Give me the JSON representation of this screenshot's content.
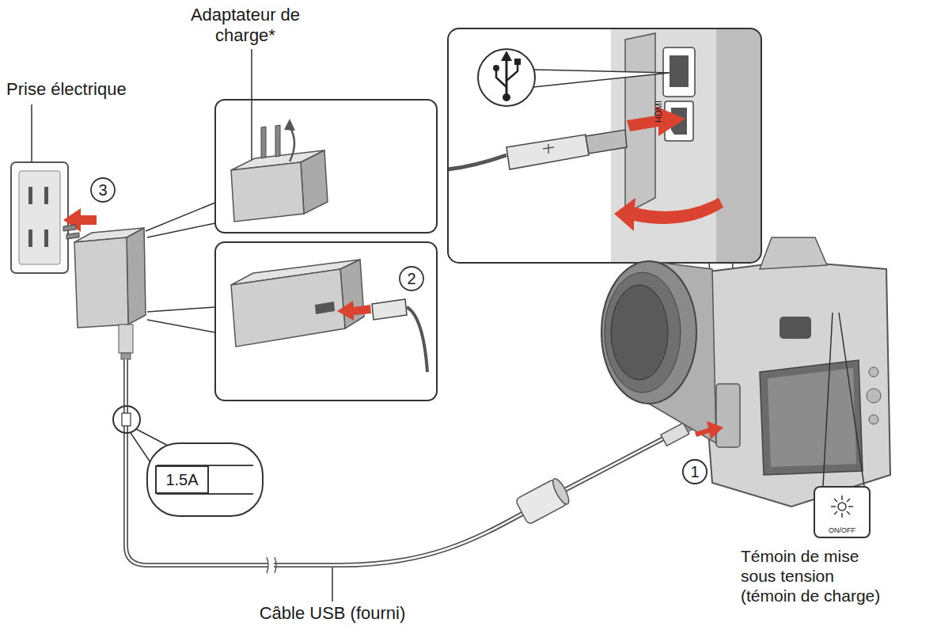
{
  "diagram": {
    "nodes": [
      {
        "text": [
          "1.5A"
        ]
      },
      {
        "text": [
          "ON/OFF"
        ]
      }
    ],
    "labels": [
      "Adaptateur de charge*",
      "Prise électrique",
      "3",
      "2",
      "1",
      "HDMI",
      "Câble USB (fourni)",
      "Témoin de mise sous tension (témoin de charge)"
    ]
  }
}
